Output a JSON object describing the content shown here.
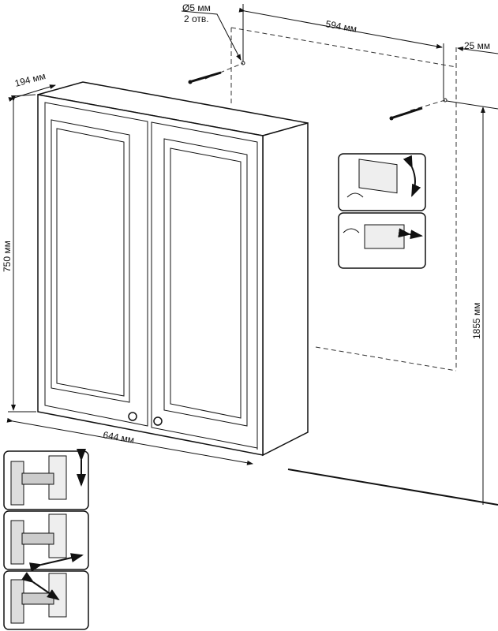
{
  "labels": {
    "hole_diameter": "Ø5 мм",
    "hole_count": "2 отв.",
    "hole_spacing": "594 мм",
    "side_offset": "25 мм",
    "depth": "194 мм",
    "height": "750 мм",
    "width": "644 мм",
    "mount_height": "1855 мм"
  },
  "colors": {
    "line": "#111111",
    "background": "#ffffff"
  }
}
